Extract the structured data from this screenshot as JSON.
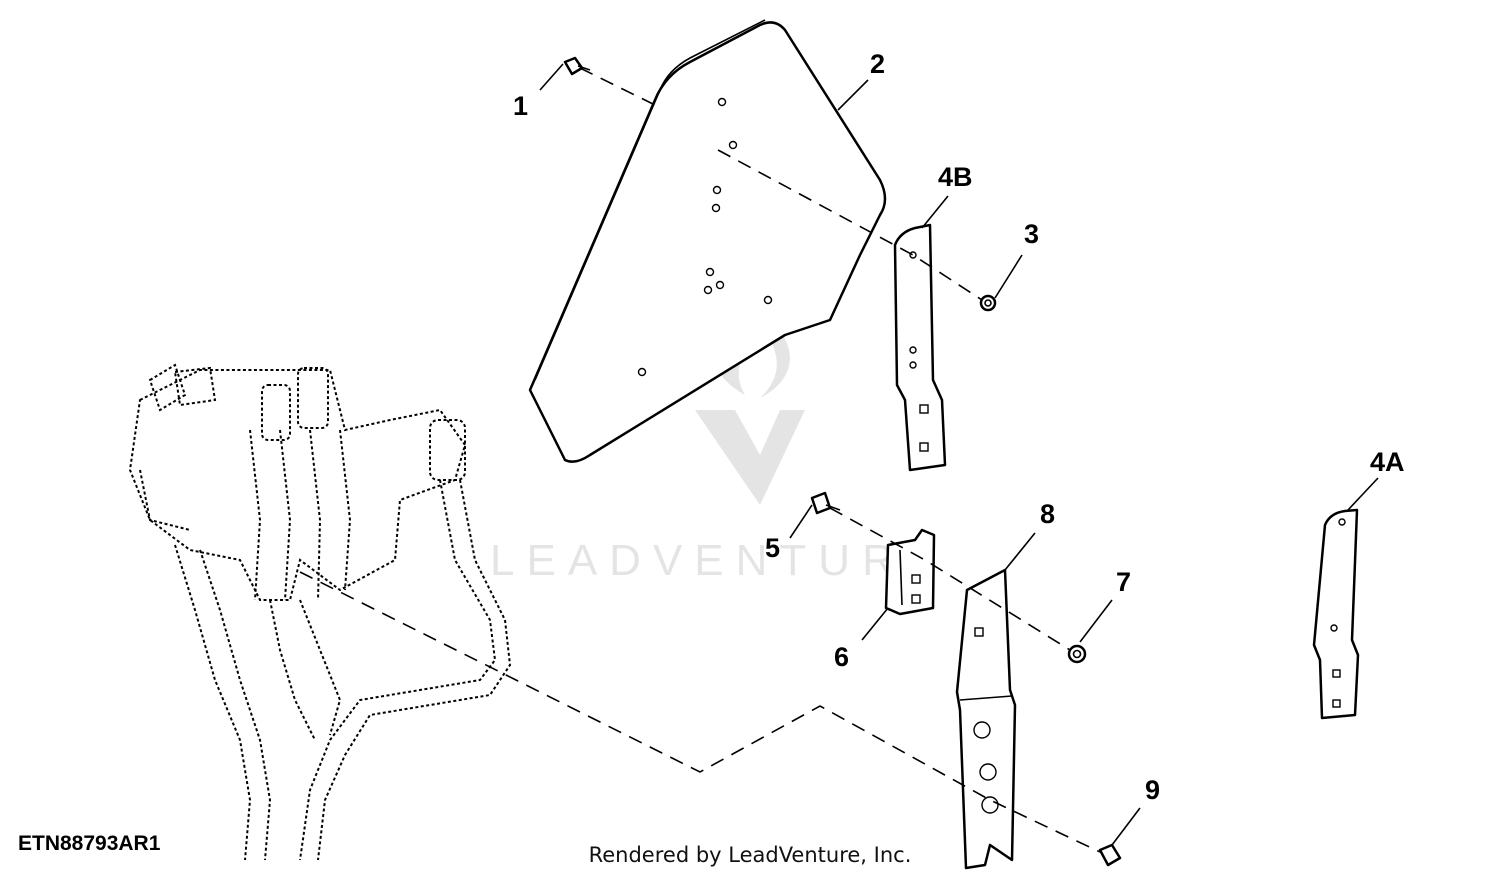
{
  "diagram": {
    "reference_code": "ETN88793AR1",
    "credit": "Rendered by LeadVenture, Inc.",
    "watermark_text": "LEADVENTURE",
    "callouts": [
      "1",
      "2",
      "3",
      "4A",
      "4B",
      "5",
      "6",
      "7",
      "8",
      "9"
    ]
  }
}
